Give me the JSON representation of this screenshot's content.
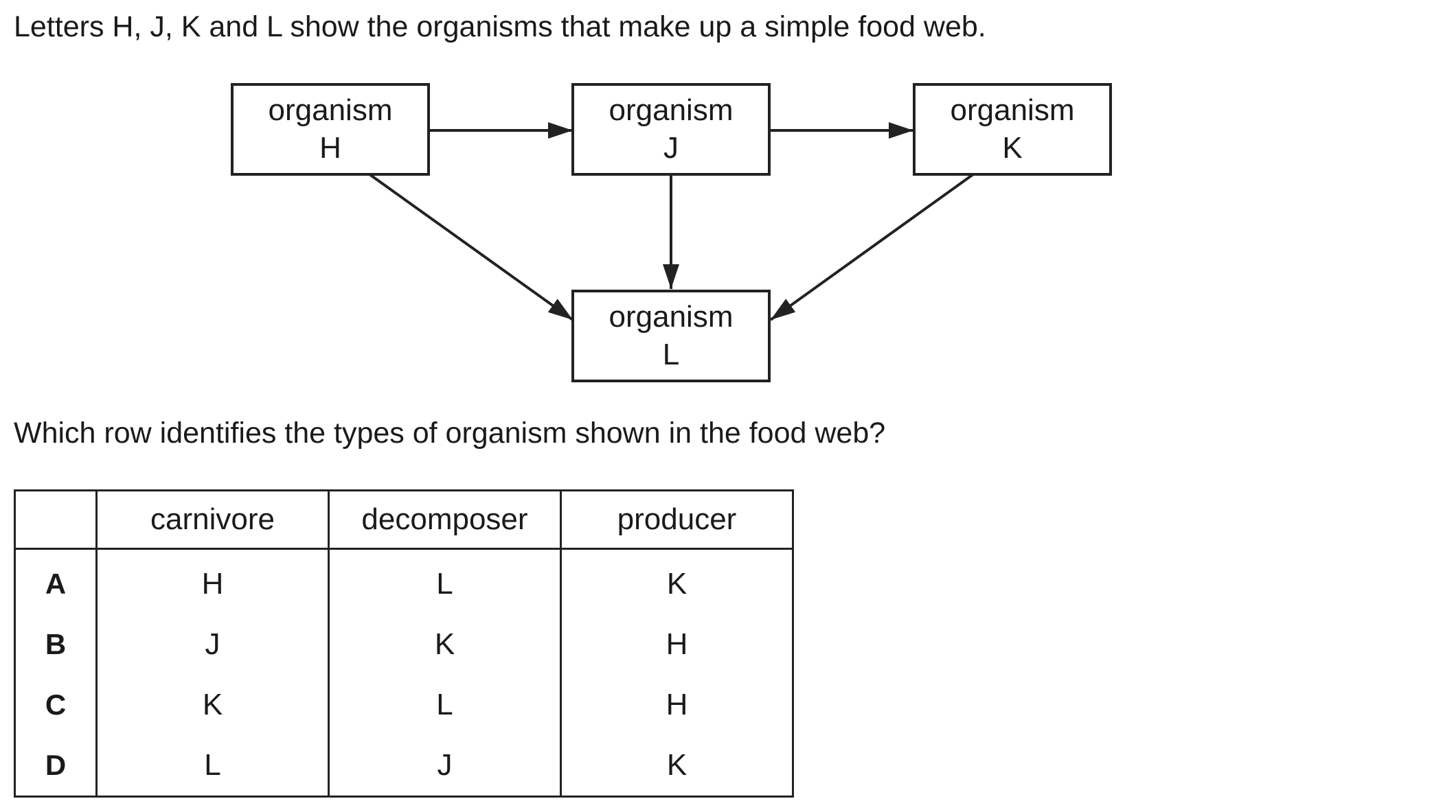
{
  "intro_text": "Letters H, J, K and L show the organisms that make up a simple food web.",
  "diagram": {
    "nodes": [
      {
        "id": "H",
        "label": "organism",
        "letter": "H"
      },
      {
        "id": "J",
        "label": "organism",
        "letter": "J"
      },
      {
        "id": "K",
        "label": "organism",
        "letter": "K"
      },
      {
        "id": "L",
        "label": "organism",
        "letter": "L"
      }
    ],
    "arrows": [
      {
        "from": "H",
        "to": "J"
      },
      {
        "from": "J",
        "to": "K"
      },
      {
        "from": "H",
        "to": "L"
      },
      {
        "from": "J",
        "to": "L"
      },
      {
        "from": "K",
        "to": "L"
      }
    ]
  },
  "question_text": "Which row identifies the types of organism shown in the food web?",
  "table": {
    "headers": [
      "",
      "carnivore",
      "decomposer",
      "producer"
    ],
    "rows": [
      {
        "key": "A",
        "carnivore": "H",
        "decomposer": "L",
        "producer": "K"
      },
      {
        "key": "B",
        "carnivore": "J",
        "decomposer": "K",
        "producer": "H"
      },
      {
        "key": "C",
        "carnivore": "K",
        "decomposer": "L",
        "producer": "H"
      },
      {
        "key": "D",
        "carnivore": "L",
        "decomposer": "J",
        "producer": "K"
      }
    ]
  }
}
